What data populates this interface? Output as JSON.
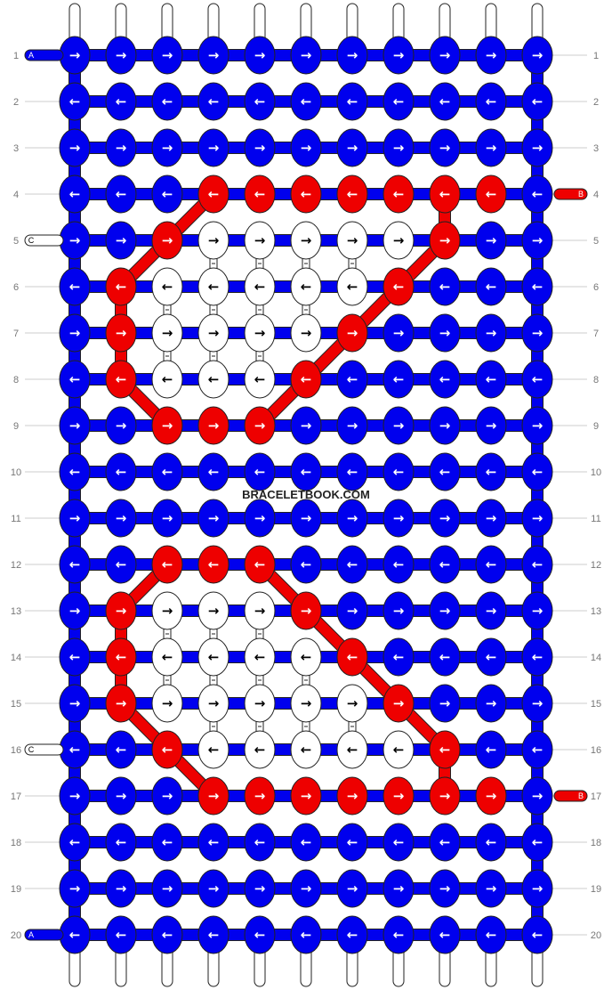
{
  "watermark": "BRACELETBOOK.COM",
  "colors": {
    "B": "#0000ee",
    "R": "#ee0000",
    "W": "#ffffff",
    "string_outline": "#222222",
    "arrow_light": "#ffffff",
    "arrow_dark": "#000000",
    "label": "#777777"
  },
  "strings_top": [
    "B",
    "B",
    "B",
    "B",
    "B",
    "B",
    "B",
    "B",
    "B",
    "B",
    "B"
  ],
  "side_labels": [
    {
      "row": 1,
      "side": "left",
      "text": "A",
      "color": "B"
    },
    {
      "row": 4,
      "side": "right",
      "text": "B",
      "color": "R"
    },
    {
      "row": 5,
      "side": "left",
      "text": "C",
      "color": "W"
    },
    {
      "row": 16,
      "side": "left",
      "text": "C",
      "color": "W"
    },
    {
      "row": 17,
      "side": "right",
      "text": "B",
      "color": "R"
    },
    {
      "row": 20,
      "side": "left",
      "text": "A",
      "color": "B"
    }
  ],
  "rows": [
    {
      "num": "1",
      "dir": "right",
      "knots": "BBBBBBBBBBB"
    },
    {
      "num": "2",
      "dir": "left",
      "knots": "BBBBBBBBBBB"
    },
    {
      "num": "3",
      "dir": "right",
      "knots": "BBBBBBBBBBB"
    },
    {
      "num": "4",
      "dir": "left",
      "knots": "BBBRRRRRRRB"
    },
    {
      "num": "5",
      "dir": "right",
      "knots": "BBRWWWWWRBB"
    },
    {
      "num": "6",
      "dir": "left",
      "knots": "BRWWWWWRBBB"
    },
    {
      "num": "7",
      "dir": "right",
      "knots": "BRWWWWRBBBB"
    },
    {
      "num": "8",
      "dir": "left",
      "knots": "BRWWWRBBBBB"
    },
    {
      "num": "9",
      "dir": "right",
      "knots": "BBRRRBBBBBB"
    },
    {
      "num": "10",
      "dir": "left",
      "knots": "BBBBBBBBBBB"
    },
    {
      "num": "11",
      "dir": "right",
      "knots": "BBBBBBBBBBB"
    },
    {
      "num": "12",
      "dir": "left",
      "knots": "BBRRRBBBBBB"
    },
    {
      "num": "13",
      "dir": "right",
      "knots": "BRWWWRBBBBB"
    },
    {
      "num": "14",
      "dir": "left",
      "knots": "BRWWWWRBBBB"
    },
    {
      "num": "15",
      "dir": "right",
      "knots": "BRWWWWWRBBB"
    },
    {
      "num": "16",
      "dir": "left",
      "knots": "BBRWWWWWRBB"
    },
    {
      "num": "17",
      "dir": "right",
      "knots": "BBBRRRRRRRB"
    },
    {
      "num": "18",
      "dir": "left",
      "knots": "BBBBBBBBBBB"
    },
    {
      "num": "19",
      "dir": "right",
      "knots": "BBBBBBBBBBB"
    },
    {
      "num": "20",
      "dir": "left",
      "knots": "BBBBBBBBBBB"
    }
  ]
}
